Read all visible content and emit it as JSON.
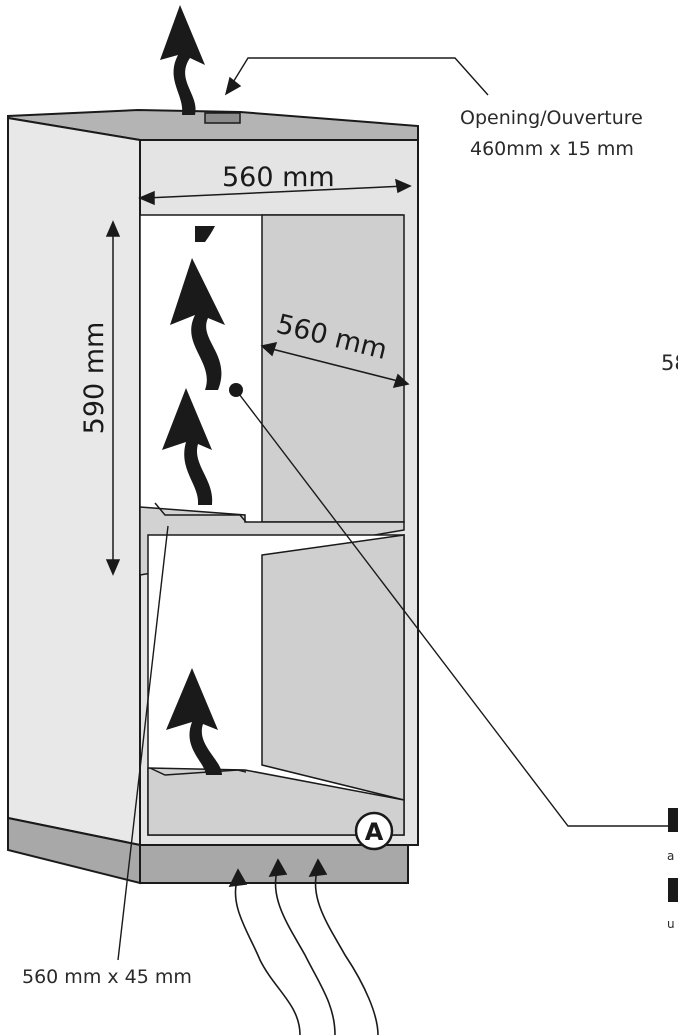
{
  "diagram": {
    "opening_label_1": "Opening/Ouverture",
    "opening_label_2": "460mm x 15 mm",
    "width_top": "560 mm",
    "depth": "560 mm",
    "height": "590 mm",
    "partial_right": "58",
    "bottom_vent": "560 mm x 45 mm",
    "marker_letter": "A",
    "partial_small_1": "a",
    "partial_small_2": "u"
  },
  "colors": {
    "cabinet_face": "#e4e4e4",
    "cabinet_top": "#b4b4b4",
    "interior_side": "#cfcfcf",
    "plinth": "#a8a8a8",
    "line": "#1a1a1a"
  }
}
